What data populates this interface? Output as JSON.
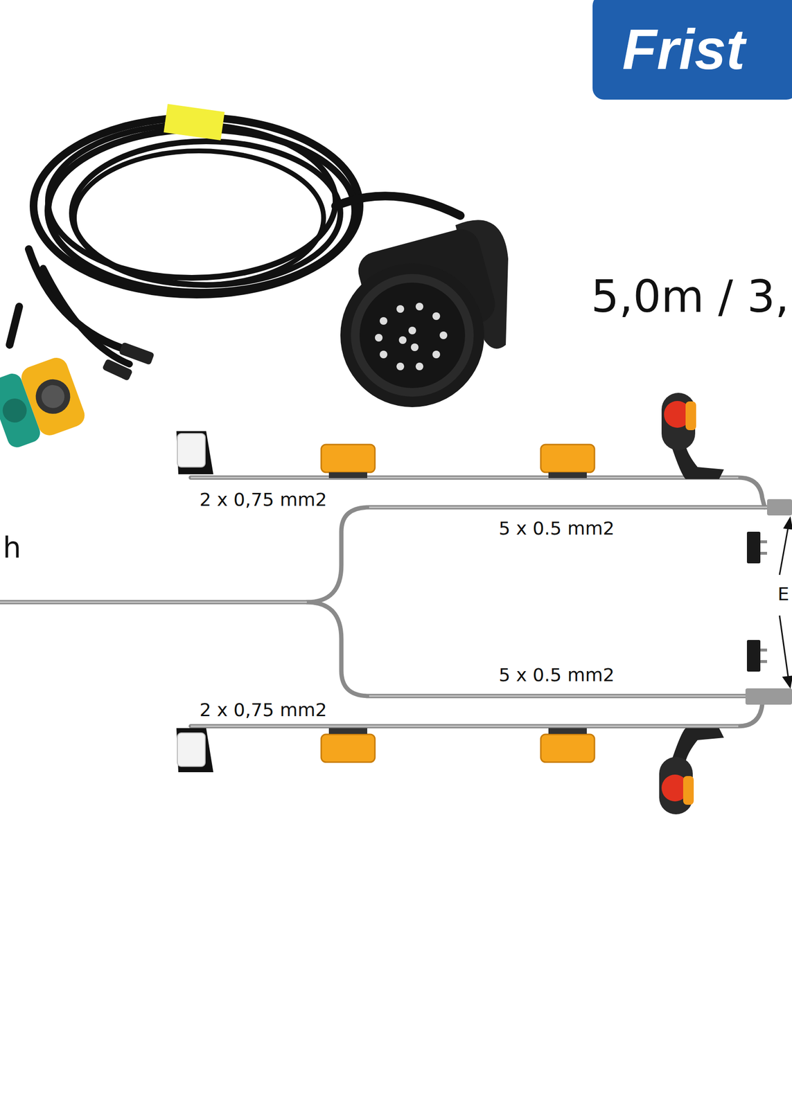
{
  "diagram": {
    "nodes": [
      {
        "text": [
          "Frist"
        ]
      }
    ],
    "labels": [
      "5,0m / 3,",
      "2 x 0,75 mm2",
      "5 x 0.5 mm2",
      "h",
      "5 x 0.5 mm2",
      "2 x 0,75 mm2",
      "E"
    ]
  }
}
